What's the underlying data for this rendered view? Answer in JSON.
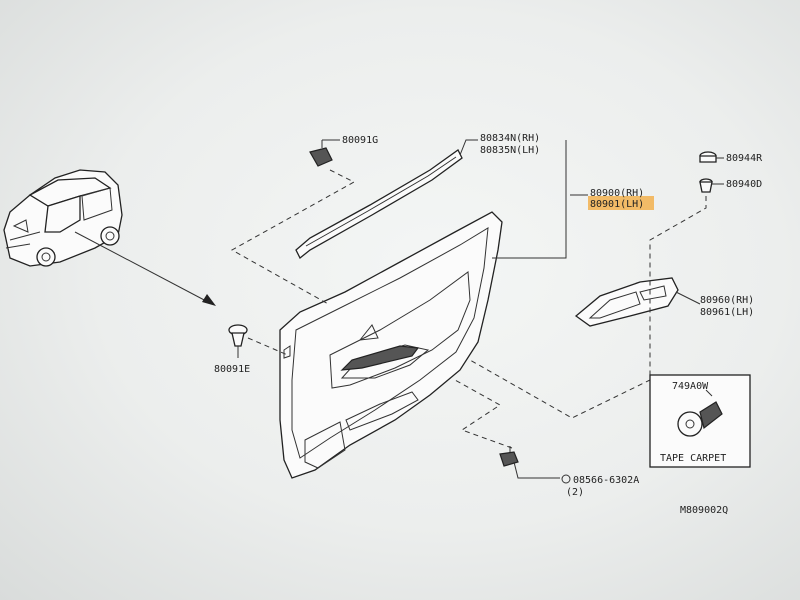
{
  "labels": {
    "p80091g": "80091G",
    "p80834n": "80834N(RH)",
    "p80835n": "80835N(LH)",
    "p80900": "80900(RH)",
    "p80901": "80901(LH)",
    "p80944r": "80944R",
    "p80940d": "80940D",
    "p80960": "80960(RH)",
    "p80961": "80961(LH)",
    "p80091e": "80091E",
    "p749a0w": "749A0W",
    "tape_carpet": "TAPE CARPET",
    "p08566": "08566-6302A",
    "qty": "(2)",
    "drawing_code": "M809002Q"
  },
  "colors": {
    "highlight": "#f3a83a",
    "ink": "#222222"
  }
}
